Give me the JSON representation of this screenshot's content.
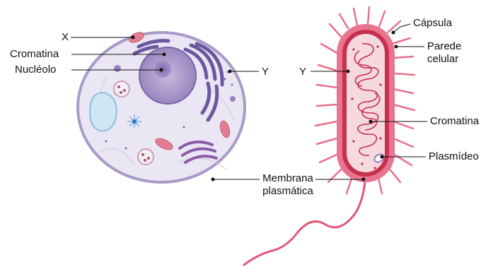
{
  "labels": {
    "x": "X",
    "cromatina_left": "Cromatina",
    "nucleolo": "Nucléolo",
    "y_left": "Y",
    "membrana_line1": "Membrana",
    "membrana_line2": "plasmática",
    "y_right": "Y",
    "capsula": "Cápsula",
    "parede_line1": "Parede",
    "parede_line2": "celular",
    "cromatina_right": "Cromatina",
    "plasmideo": "Plasmídeo"
  },
  "colors": {
    "cell_fill": "#ebe6f3",
    "cell_border": "#a89bc8",
    "nucleus": "#9a86c0",
    "er": "#6a58a0",
    "mitochondria": "#e27c90",
    "bacteria_body": "#e15a78",
    "bacteria_wall": "#c8304f",
    "bacteria_inner": "#f6d8df",
    "vacuole": "#cfe6f5"
  }
}
